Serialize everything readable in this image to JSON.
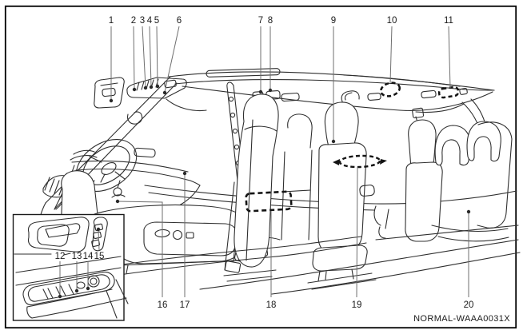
{
  "figure": {
    "reference_code": "NORMAL-WAAA0031X",
    "callouts": [
      "1",
      "2",
      "3",
      "4",
      "5",
      "6",
      "7",
      "8",
      "9",
      "10",
      "11",
      "12",
      "13",
      "14",
      "15",
      "16",
      "17",
      "18",
      "19",
      "20"
    ]
  },
  "colors": {
    "background": "#ffffff",
    "line_art": "#2f2f2f",
    "leader_line": "#6f6f6f",
    "label_text": "#1a1a1a",
    "dashed_indicator": "#141414",
    "border": "#000000"
  }
}
